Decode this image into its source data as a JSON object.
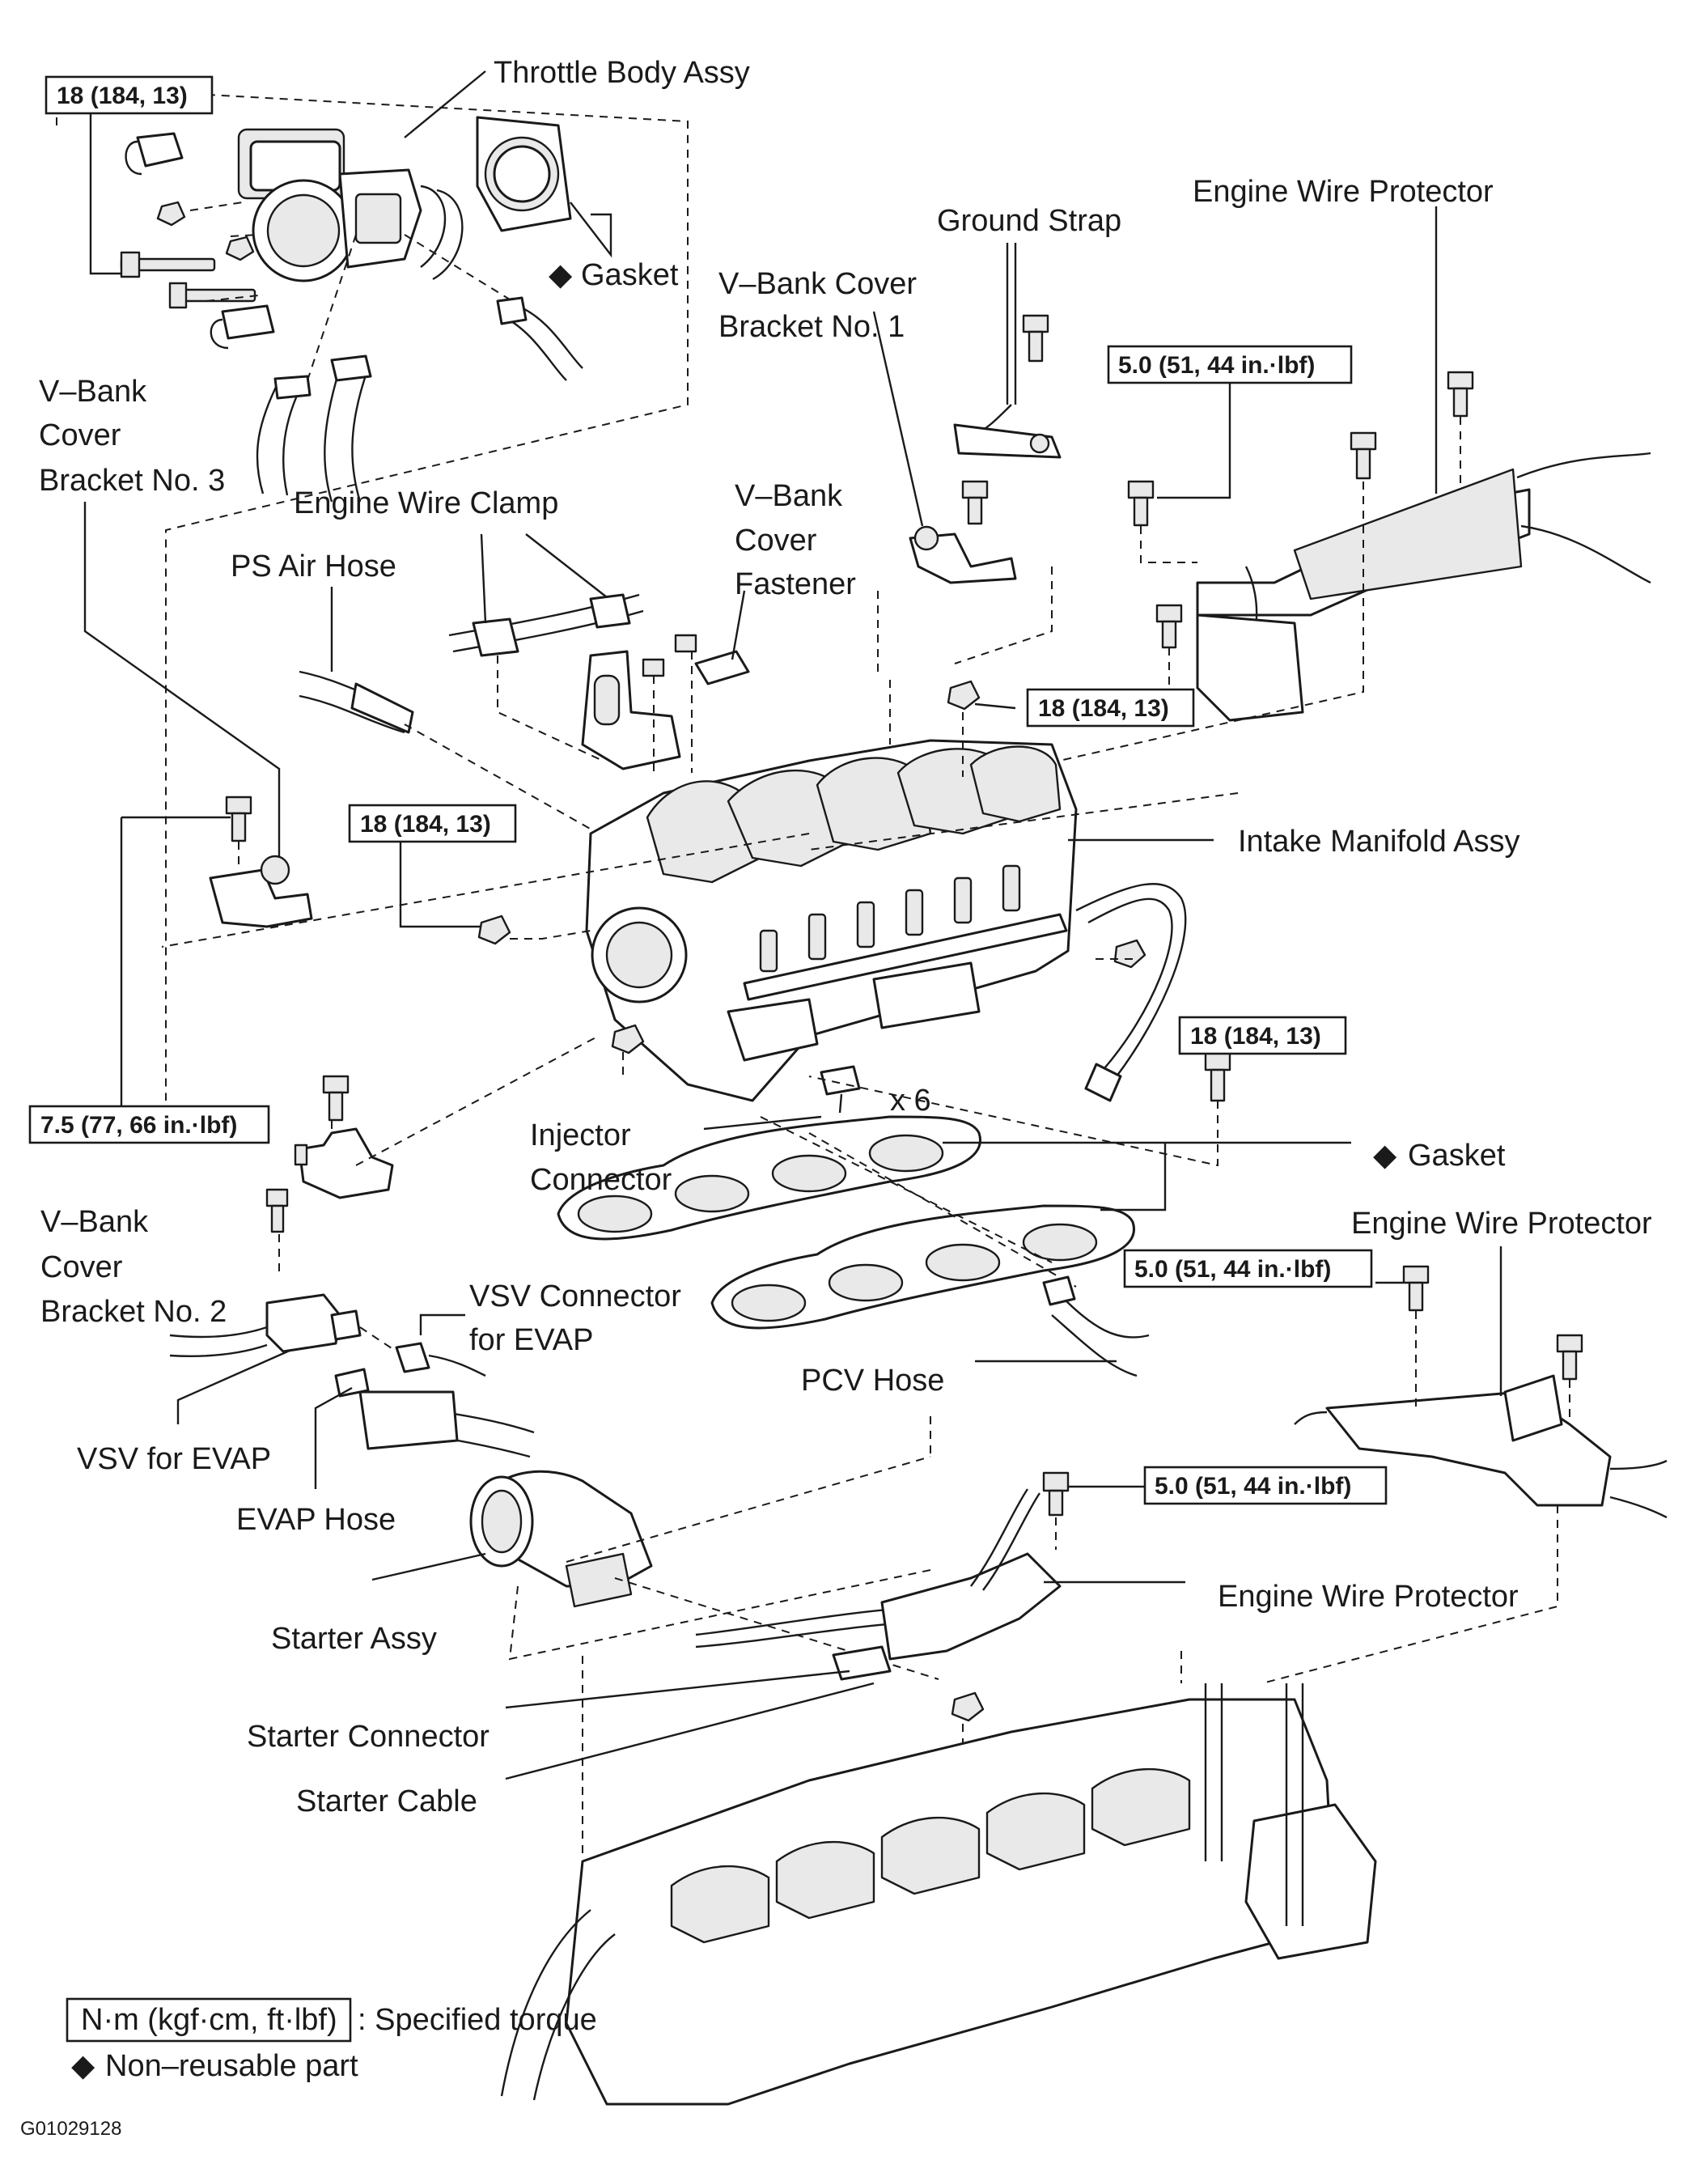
{
  "labels": {
    "throttle_body": "Throttle Body Assy",
    "gasket_top": "Gasket",
    "ground_strap": "Ground Strap",
    "engine_wire_protector_top": "Engine Wire Protector",
    "vbank_bracket_1_line1": "V–Bank Cover",
    "vbank_bracket_1_line2": "Bracket No. 1",
    "vbank_bracket_3_line1": "V–Bank",
    "vbank_bracket_3_line2": "Cover",
    "vbank_bracket_3_line3": "Bracket No. 3",
    "engine_wire_clamp": "Engine Wire Clamp",
    "vbank_fastener_line1": "V–Bank",
    "vbank_fastener_line2": "Cover",
    "vbank_fastener_line3": "Fastener",
    "ps_air_hose": "PS Air Hose",
    "intake_manifold": "Intake Manifold Assy",
    "x6": "x 6",
    "injector_connector_line1": "Injector",
    "injector_connector_line2": "Connector",
    "gasket_mid": "Gasket",
    "vbank_bracket_2_line1": "V–Bank",
    "vbank_bracket_2_line2": "Cover",
    "vbank_bracket_2_line3": "Bracket No. 2",
    "engine_wire_protector_mid": "Engine Wire Protector",
    "vsv_connector_line1": "VSV Connector",
    "vsv_connector_line2": "for EVAP",
    "pcv_hose": "PCV Hose",
    "vsv_evap": "VSV for EVAP",
    "evap_hose": "EVAP Hose",
    "starter_assy": "Starter Assy",
    "engine_wire_protector_low": "Engine Wire Protector",
    "starter_connector": "Starter Connector",
    "starter_cable": "Starter Cable"
  },
  "torques": {
    "throttle_bolts": "18 (184, 13)",
    "top_right_bolts": "5.0 (51, 44 in.·lbf)",
    "manifold_top_nut": "18 (184, 13)",
    "manifold_left_nut": "18 (184, 13)",
    "manifold_right_bolt": "18 (184, 13)",
    "bracket_bolt": "7.5 (77, 66 in.·lbf)",
    "protector_right_bolt": "5.0 (51, 44 in.·lbf)",
    "protector_low_bolt": "5.0 (51, 44 in.·lbf)"
  },
  "legend": {
    "torque_box": "N·m (kgf·cm, ft·lbf)",
    "torque_desc": ": Specified torque",
    "nonreusable": "Non–reusable part",
    "diamond": "◆"
  },
  "figure_code": "G01029128"
}
